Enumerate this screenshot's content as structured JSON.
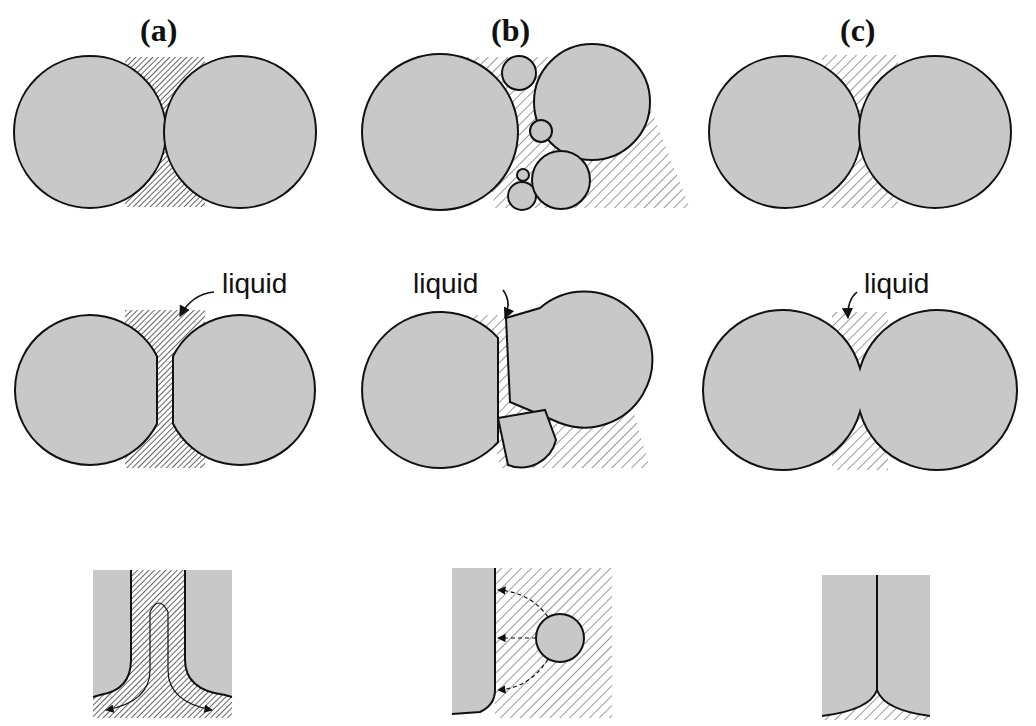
{
  "diagram": {
    "labels": [
      "(a)",
      "(b)",
      "(c)",
      "liquid",
      "liquid",
      "liquid"
    ]
  }
}
